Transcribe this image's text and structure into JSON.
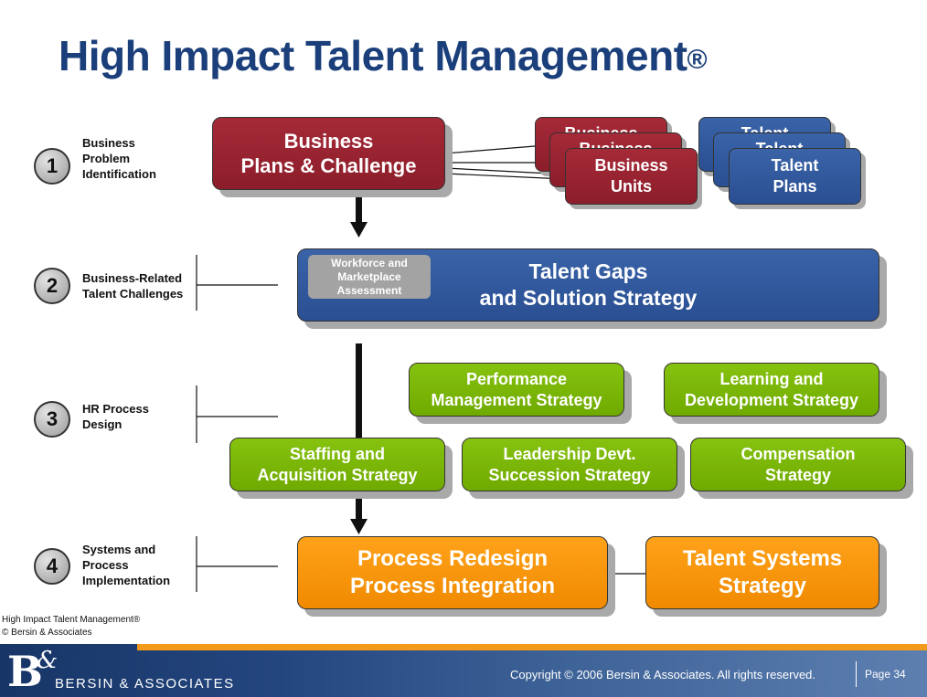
{
  "title": {
    "text": "High Impact Talent Management",
    "mark": "®"
  },
  "stages": [
    {
      "number": "1",
      "label": "Business\nProblem\nIdentification"
    },
    {
      "number": "2",
      "label": "Business-Related\nTalent Challenges"
    },
    {
      "number": "3",
      "label": "HR Process\nDesign"
    },
    {
      "number": "4",
      "label": "Systems and\nProcess\nImplementation"
    }
  ],
  "boxes": {
    "business_plans": "Business\nPlans & Challenge",
    "business_units_stack": [
      "Business",
      "Business",
      "Business\nUnits"
    ],
    "talent_plans_stack": [
      "Talent",
      "Talent",
      "Talent\nPlans"
    ],
    "talent_gaps": "Talent Gaps\nand Solution Strategy",
    "workforce": "Workforce and\nMarketplace\nAssessment",
    "performance": "Performance\nManagement Strategy",
    "learning": "Learning and\nDevelopment Strategy",
    "staffing": "Staffing and\nAcquisition Strategy",
    "leadership": "Leadership Devt.\nSuccession Strategy",
    "compensation": "Compensation\nStrategy",
    "process_redesign": "Process Redesign\nProcess Integration",
    "talent_systems": "Talent Systems\nStrategy"
  },
  "footer_note": "High  Impact  Talent  Management®\n© Bersin & Associates",
  "footer": {
    "logo_letter": "B",
    "logo_amp": "&",
    "logo_text": "BERSIN & ASSOCIATES",
    "copyright": "Copyright © 2006 Bersin & Associates. All rights reserved.",
    "page": "Page 34"
  },
  "colors": {
    "title": "#1b3f7a",
    "red": "#9a2332",
    "blue": "#2f5597",
    "green": "#7ab800",
    "orange": "#f7941d",
    "grey": "#a3a3a3",
    "footer_bar": "#24467f",
    "footer_accent": "#f39a1b"
  }
}
